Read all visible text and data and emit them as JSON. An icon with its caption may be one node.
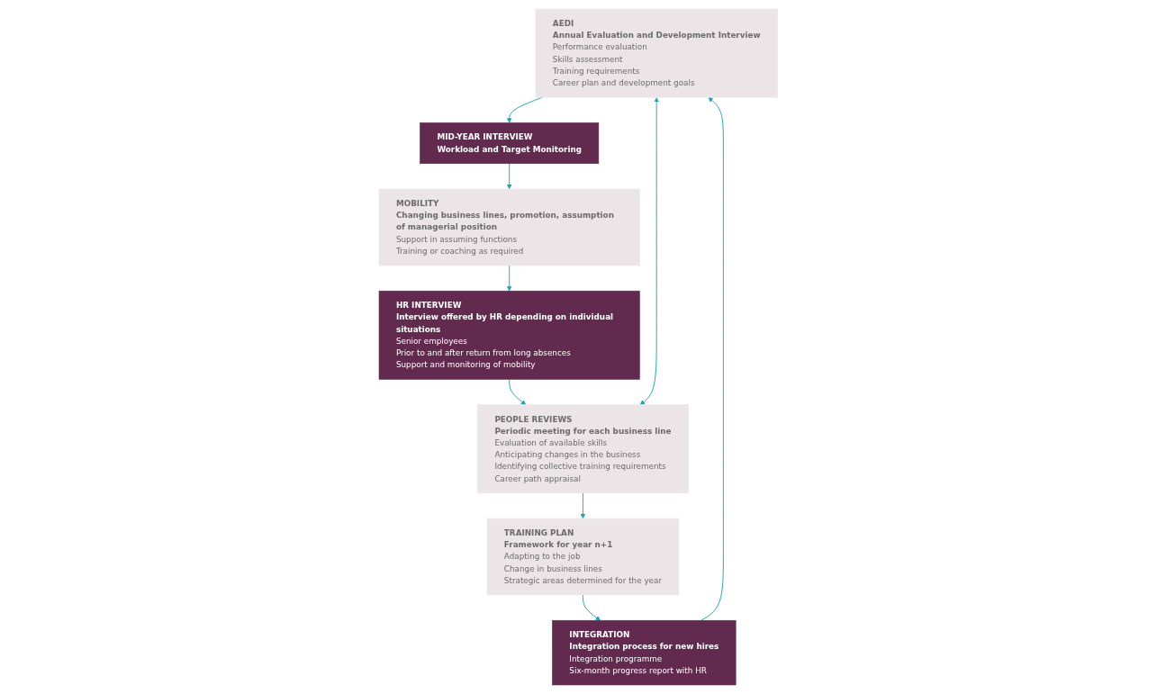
{
  "diagram": {
    "nodes": [
      {
        "text": [
          "AEDI",
          "Annual Evaluation and Development Interview",
          "Performance evaluation",
          "Skills assessment",
          "Training requirements",
          "Career plan and development goals"
        ]
      },
      {
        "text": [
          "INTEGRATION",
          "Integration process for new hires",
          "Integration programme",
          "Six-month progress report with HR"
        ]
      },
      {
        "text": [
          "TRAINING PLAN",
          "Framework for year n+1",
          "Adapting to the job",
          "Change in business lines",
          "Strategic areas determined for the year"
        ]
      },
      {
        "text": [
          "MID-YEAR INTERVIEW",
          "Workload and Target Monitoring"
        ]
      },
      {
        "text": [
          "MOBILITY",
          "Changing business lines, promotion, assumption of managerial position",
          "Support in assuming functions",
          "Training or coaching as required"
        ]
      },
      {
        "text": [
          "PEOPLE REVIEWS",
          "Periodic meeting for each business line",
          "Evaluation of available skills",
          "Anticipating changes in the business",
          "Identifying collective training requirements",
          "Career path appraisal"
        ]
      },
      {
        "text": [
          "HR INTERVIEW",
          "Interview offered by HR depending on individual situations",
          "Senior employees",
          "Prior to and after return from long absences",
          "Support and monitoring of mobility"
        ]
      }
    ],
    "edges": [
      {
        "from": 1,
        "to": 0,
        "arrow": "to"
      },
      {
        "from": 0,
        "to": 3,
        "arrow": "to"
      },
      {
        "from": 3,
        "to": 4,
        "arrow": "to"
      },
      {
        "from": 4,
        "to": 6,
        "arrow": "to"
      },
      {
        "from": 6,
        "to": 5,
        "arrow": "to"
      },
      {
        "from": 5,
        "to": 2,
        "arrow": "to"
      },
      {
        "from": 2,
        "to": 1,
        "arrow": "to"
      },
      {
        "from": 0,
        "to": 5,
        "arrow": "both"
      }
    ]
  }
}
